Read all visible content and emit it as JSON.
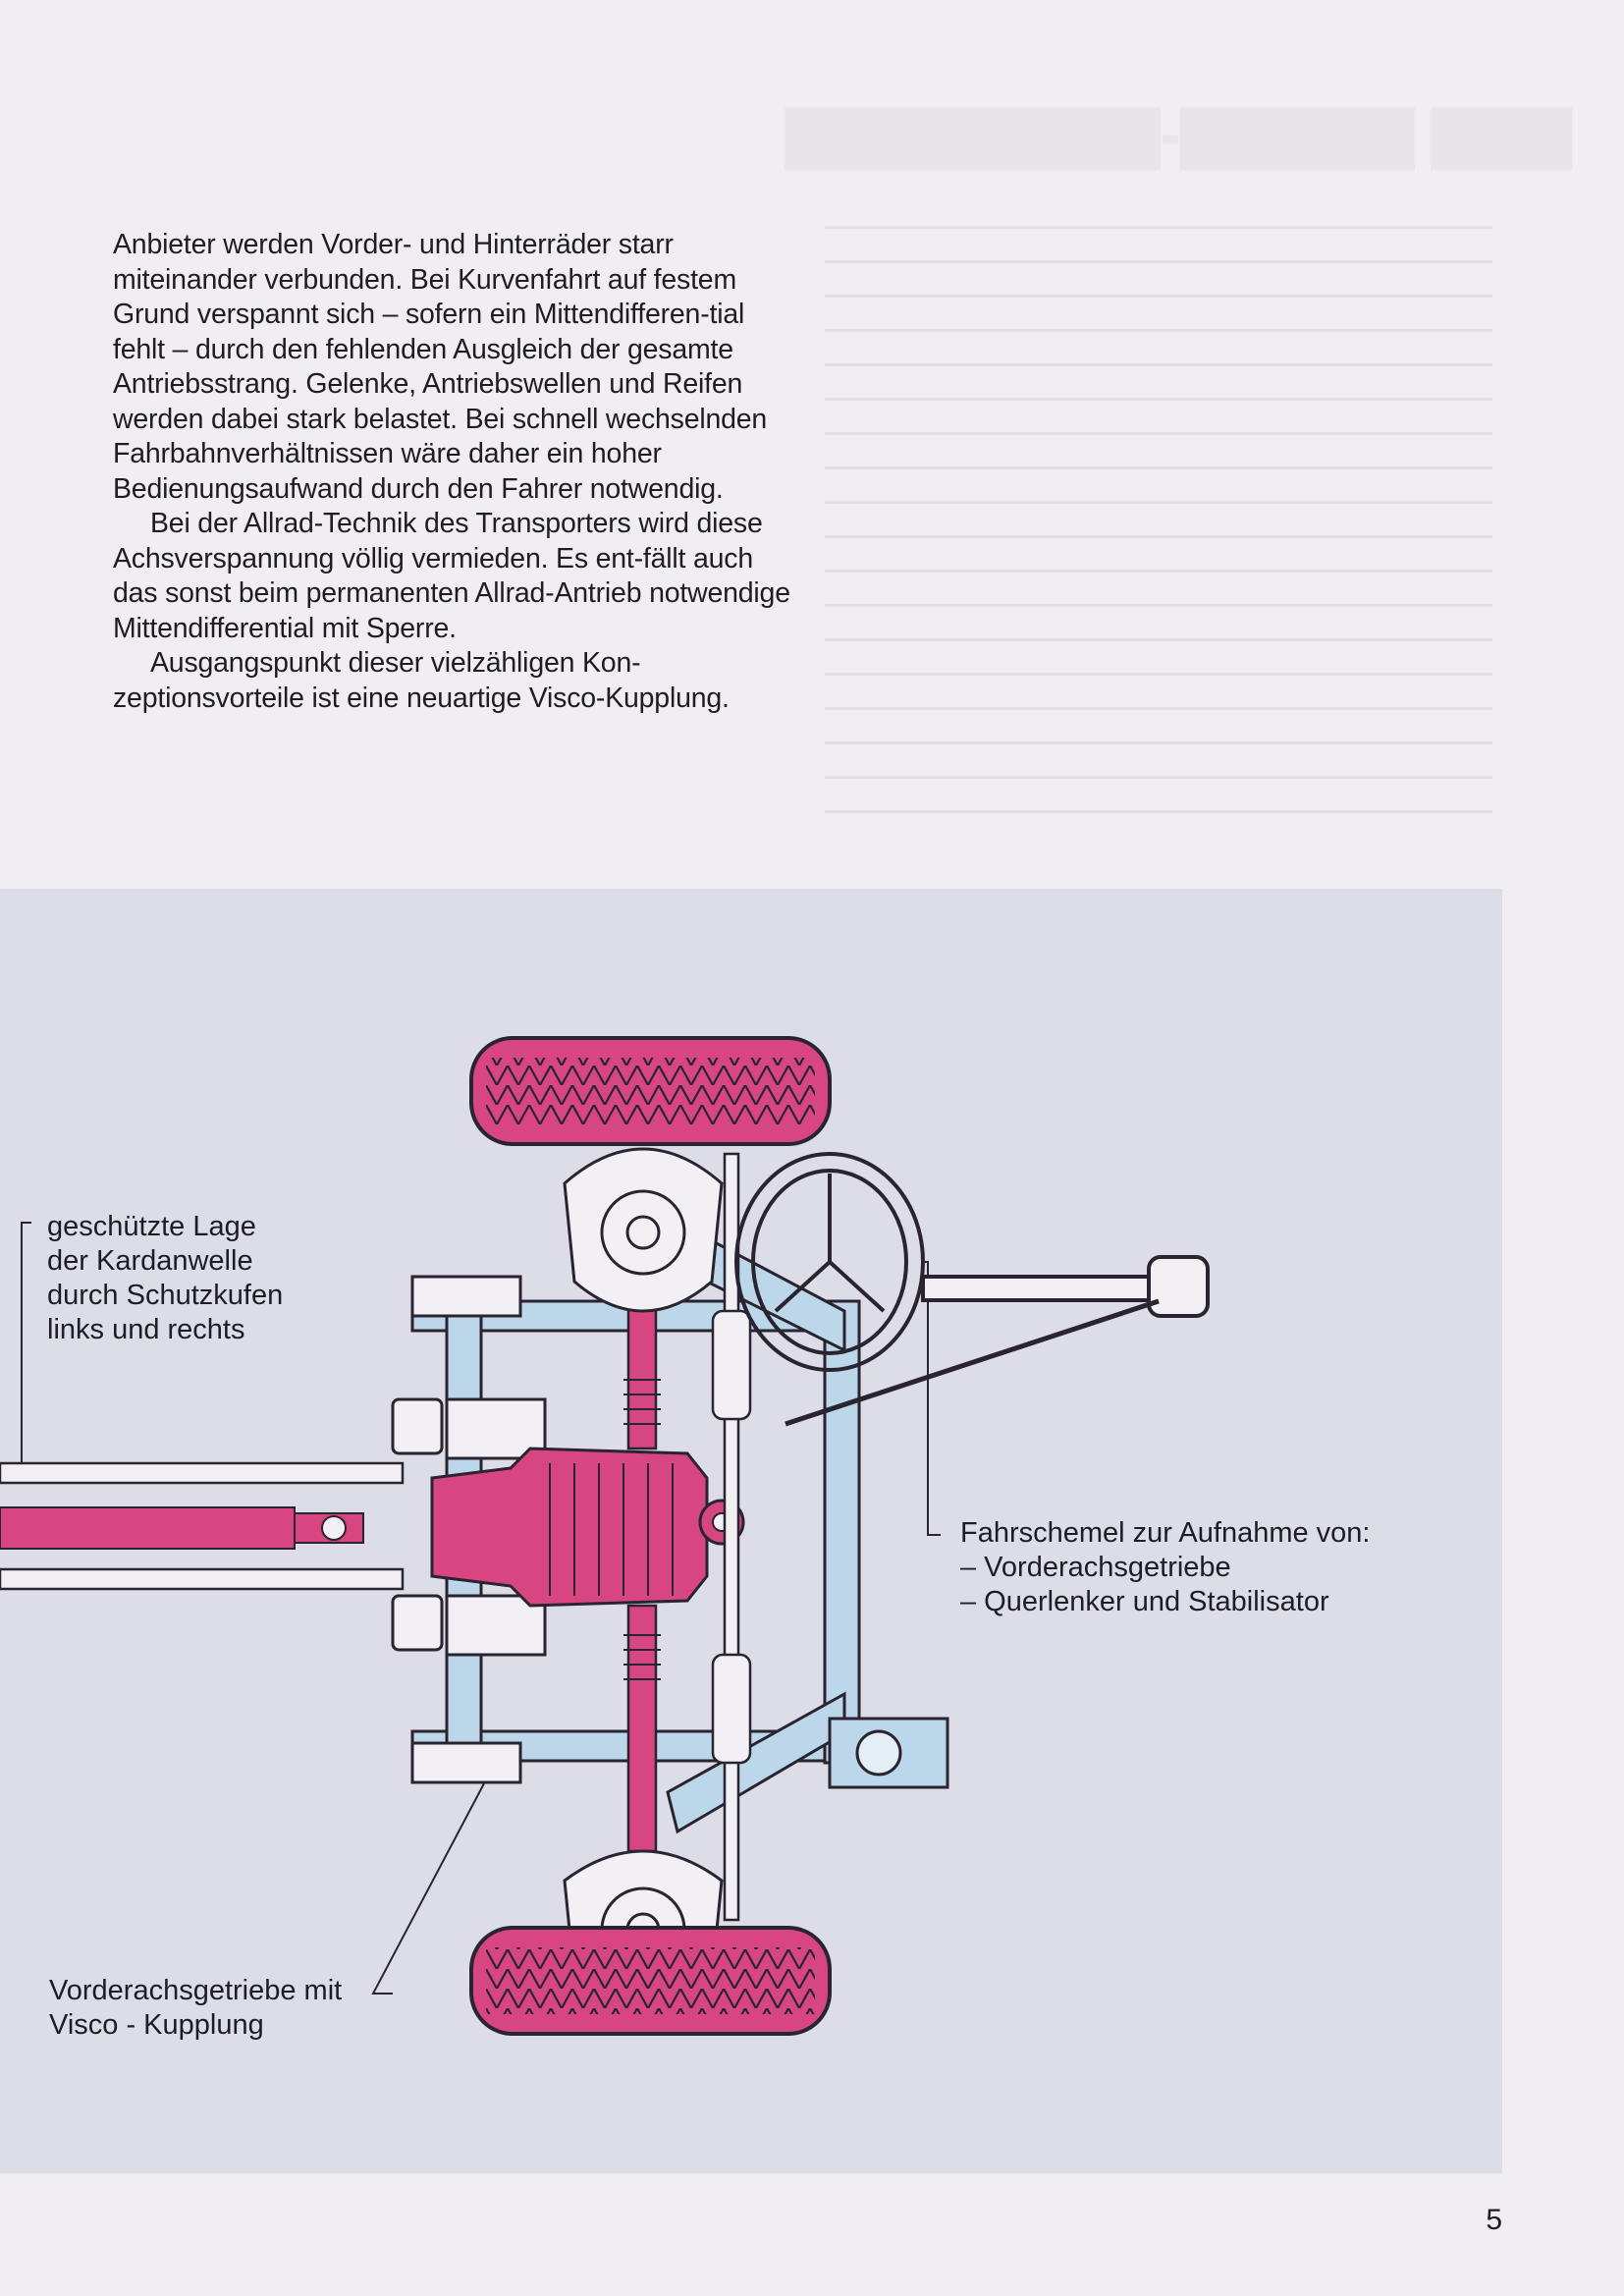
{
  "body": {
    "paragraphs": [
      "Anbieter werden Vorder- und Hinterräder starr miteinander verbunden. Bei Kurvenfahrt auf festem Grund verspannt sich – sofern ein Mittendifferen-tial fehlt – durch den fehlenden Ausgleich der gesamte Antriebsstrang. Gelenke, Antriebswellen und Reifen werden dabei stark belastet. Bei schnell wechselnden Fahrbahnverhältnissen wäre daher ein hoher Bedienungsaufwand durch den Fahrer notwendig.",
      "Bei der Allrad-Technik des Transporters wird diese Achsverspannung völlig vermieden. Es ent-fällt auch das sonst beim permanenten Allrad-Antrieb notwendige Mittendifferential mit Sperre.",
      "Ausgangspunkt dieser vielzähligen Kon-zeptionsvorteile ist eine neuartige Visco-Kupplung."
    ]
  },
  "diagram": {
    "label_cardan": [
      "geschützte Lage",
      "der Kardanwelle",
      "durch Schutzkufen",
      "links und rechts"
    ],
    "label_subframe_title": "Fahrschemel zur Aufnahme von:",
    "label_subframe_items": [
      "– Vorderachsgetriebe",
      "– Querlenker und Stabilisator"
    ],
    "label_gearbox": [
      "Vorderachsgetriebe mit",
      "Visco  - Kupplung"
    ],
    "colors": {
      "magenta": "#d8467f",
      "blue": "#bcd6ea",
      "panel": "#dcdde6",
      "line": "#2a2430"
    }
  },
  "page_number": "5"
}
